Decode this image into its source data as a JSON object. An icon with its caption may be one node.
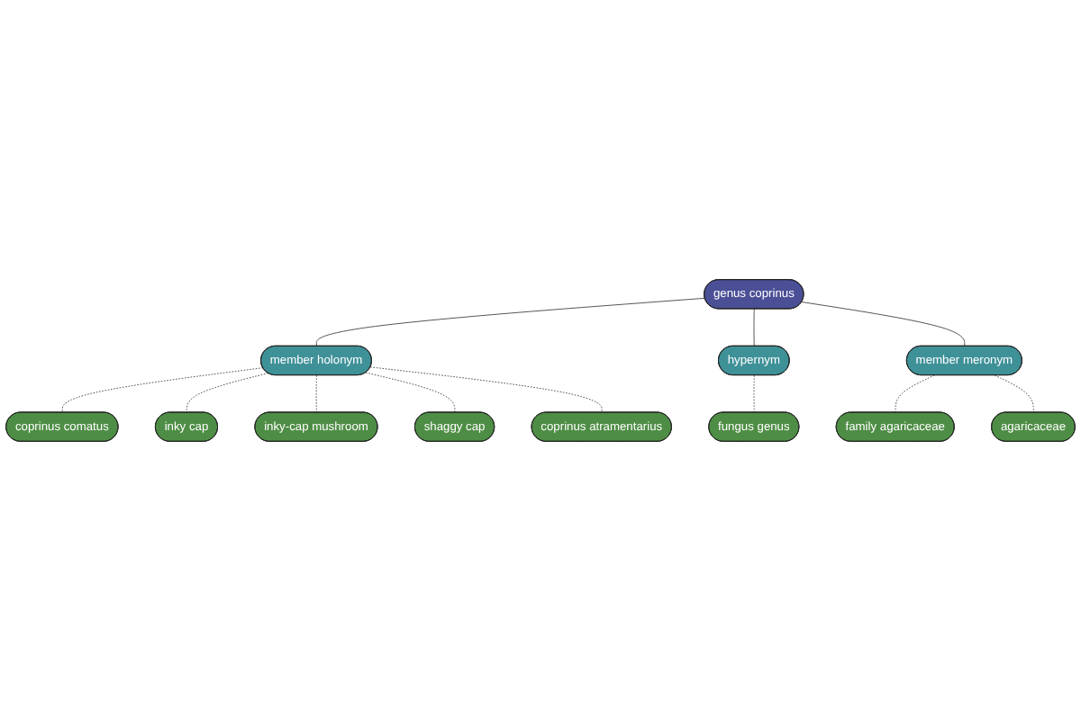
{
  "diagram": {
    "nodes": [
      {
        "text": [
          "coprinus comatus"
        ]
      },
      {
        "text": [
          "inky cap"
        ]
      },
      {
        "text": [
          "inky-cap mushroom"
        ]
      },
      {
        "text": [
          "shaggy cap"
        ]
      },
      {
        "text": [
          "member holonym"
        ]
      },
      {
        "text": [
          "coprinus atramentarius"
        ]
      },
      {
        "text": [
          "genus coprinus"
        ]
      },
      {
        "text": [
          "hypernym"
        ]
      },
      {
        "text": [
          "member meronym"
        ]
      },
      {
        "text": [
          "fungus genus"
        ]
      },
      {
        "text": [
          "agaricaceae"
        ]
      },
      {
        "text": [
          "family agaricaceae"
        ]
      }
    ],
    "edges": [
      {
        "from": 6,
        "to": 4,
        "arrow": "none"
      },
      {
        "from": 6,
        "to": 7,
        "arrow": "none"
      },
      {
        "from": 6,
        "to": 8,
        "arrow": "none"
      },
      {
        "from": 4,
        "to": 0,
        "arrow": "none",
        "style": "dashed"
      },
      {
        "from": 4,
        "to": 1,
        "arrow": "none",
        "style": "dashed"
      },
      {
        "from": 4,
        "to": 2,
        "arrow": "none",
        "style": "dashed"
      },
      {
        "from": 4,
        "to": 3,
        "arrow": "none",
        "style": "dashed"
      },
      {
        "from": 4,
        "to": 5,
        "arrow": "none",
        "style": "dashed"
      },
      {
        "from": 7,
        "to": 9,
        "arrow": "none",
        "style": "dashed"
      },
      {
        "from": 8,
        "to": 11,
        "arrow": "none",
        "style": "dashed"
      },
      {
        "from": 8,
        "to": 10,
        "arrow": "none",
        "style": "dashed"
      }
    ]
  }
}
